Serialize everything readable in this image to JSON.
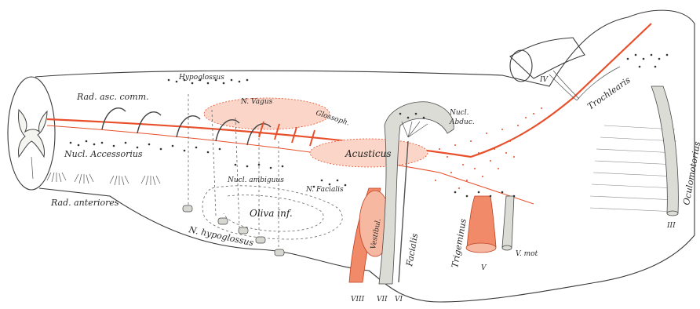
{
  "palette": {
    "outline": "#3a3a3a",
    "red": "#e8502c",
    "nerve_gray": "#dcdcd6",
    "background": "#ffffff"
  },
  "labels": {
    "hypoglossus_top": "Hypoglossus",
    "rad_asc_comm": "Rad. asc. comm.",
    "n_vagus": "N. Vagus",
    "glossoph": "Glossoph.",
    "nucl_abduc_1": "Nucl.",
    "nucl_abduc_2": "Abduc.",
    "acusticus": "Acusticus",
    "nucl_accessorius": "Nucl. Accessorius",
    "nucl_ambiguus": "Nucl. ambiguus",
    "n_facialis": "N. Facialis",
    "rad_anteriores": "Rad. anteriores",
    "oliva_inf": "Oliva inf.",
    "n_hypoglossus": "N. hypoglossus",
    "vestibul": "Vestibul.",
    "facialis": "Facialis",
    "trigeminus": "Trigeminus",
    "v_mot": "V. mot",
    "v": "V",
    "viii": "VIII",
    "vii": "VII",
    "vi": "VI",
    "iv": "IV",
    "trochlearis": "Trochlearis",
    "oculomotorius": "Oculomotorius",
    "iii": "III"
  }
}
